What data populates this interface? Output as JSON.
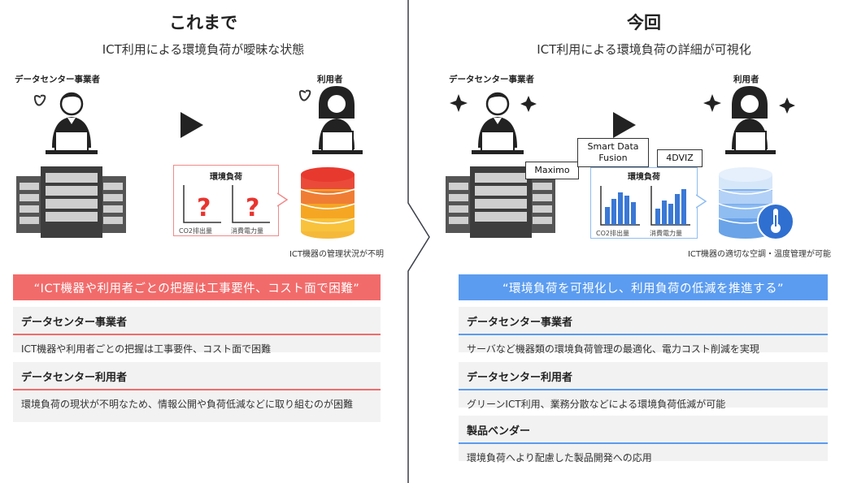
{
  "left": {
    "title": "これまで",
    "subtitle": "ICT利用による環境負荷が曖昧な状態",
    "operator_label": "データセンター事業者",
    "user_label": "利用者",
    "env_label": "環境負荷",
    "co2_label": "CO2排出量",
    "power_label": "消費電力量",
    "question_mark": "?",
    "note": "ICT機器の管理状況が不明",
    "banner": "“ICT機器や利用者ごとの把握は工事要件、コスト面で困難”",
    "cards": [
      {
        "heading": "データセンター事業者",
        "body": "ICT機器や利用者ごとの把握は工事要件、コスト面で困難"
      },
      {
        "heading": "データセンター利用者",
        "body": "環境負荷の現状が不明なため、情報公開や負荷低減などに取り組むのが困難"
      }
    ]
  },
  "right": {
    "title": "今回",
    "subtitle": "ICT利用による環境負荷の詳細が可視化",
    "operator_label": "データセンター事業者",
    "user_label": "利用者",
    "env_label": "環境負荷",
    "co2_label": "CO2排出量",
    "power_label": "消費電力量",
    "tool_maximo": "Maximo",
    "tool_sdf": "Smart Data Fusion",
    "tool_4dviz": "4DVIZ",
    "note": "ICT機器の適切な空調・温度管理が可能",
    "banner": "“環境負荷を可視化し、利用負荷の低減を推進する”",
    "cards": [
      {
        "heading": "データセンター事業者",
        "body": "サーバなど機器類の環境負荷管理の最適化、電力コスト削減を実現"
      },
      {
        "heading": "データセンター利用者",
        "body": "グリーンICT利用、業務分散などによる環境負荷低減が可能"
      },
      {
        "heading": "製品ベンダー",
        "body": "環境負荷へより配慮した製品開発への応用"
      }
    ]
  },
  "colors": {
    "red_accent": "#f26b6b",
    "blue_accent": "#5b9cf0",
    "chart_blue": "#3a78d6",
    "question_red": "#e8342f"
  }
}
